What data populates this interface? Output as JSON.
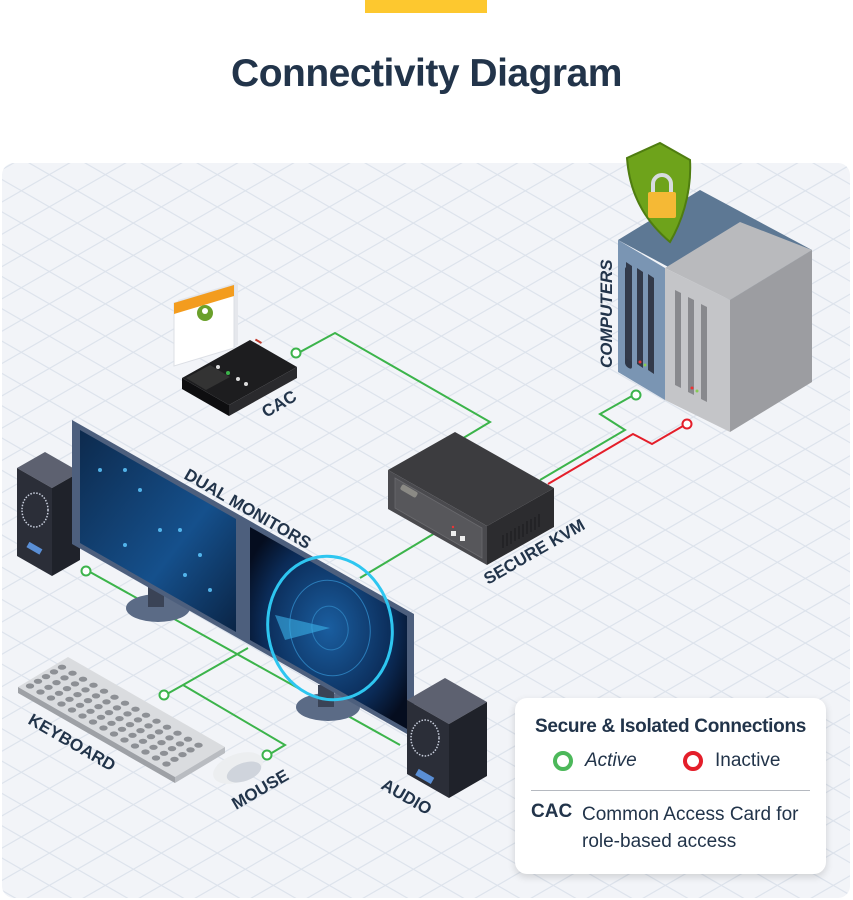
{
  "header": {
    "title": "Connectivity Diagram",
    "accent_color": "#fdc82f"
  },
  "diagram": {
    "nodes": [
      {
        "id": "computers",
        "label": "COMPUTERS",
        "icon": "server-tower-icon",
        "badge_icon": "shield-lock-icon"
      },
      {
        "id": "cac",
        "label": "CAC",
        "icon": "card-reader-icon",
        "extra_icon": "login-window-icon"
      },
      {
        "id": "secure-kvm",
        "label": "SECURE KVM",
        "icon": "kvm-switch-icon"
      },
      {
        "id": "dual-monitors",
        "label": "DUAL MONITORS",
        "icon": "monitor-icon"
      },
      {
        "id": "keyboard",
        "label": "KEYBOARD",
        "icon": "keyboard-icon"
      },
      {
        "id": "mouse",
        "label": "MOUSE",
        "icon": "mouse-icon"
      },
      {
        "id": "audio",
        "label": "AUDIO",
        "icon": "speaker-icon"
      }
    ],
    "connections": [
      {
        "from": "secure-kvm",
        "to": "computers",
        "status": "active"
      },
      {
        "from": "secure-kvm",
        "to": "computers",
        "status": "inactive"
      },
      {
        "from": "secure-kvm",
        "to": "cac",
        "status": "active"
      },
      {
        "from": "secure-kvm",
        "to": "dual-monitors",
        "status": "active"
      },
      {
        "from": "secure-kvm",
        "to": "keyboard",
        "status": "active"
      },
      {
        "from": "secure-kvm",
        "to": "mouse",
        "status": "active"
      },
      {
        "from": "secure-kvm",
        "to": "audio",
        "status": "active"
      }
    ],
    "colors": {
      "active": "#3cb44b",
      "inactive": "#e41e2a",
      "label": "#22344a"
    }
  },
  "legend": {
    "title": "Secure & Isolated Connections",
    "active_label": "Active",
    "inactive_label": "Inactive",
    "abbr": "CAC",
    "abbr_desc": "Common Access Card for role-based access"
  }
}
